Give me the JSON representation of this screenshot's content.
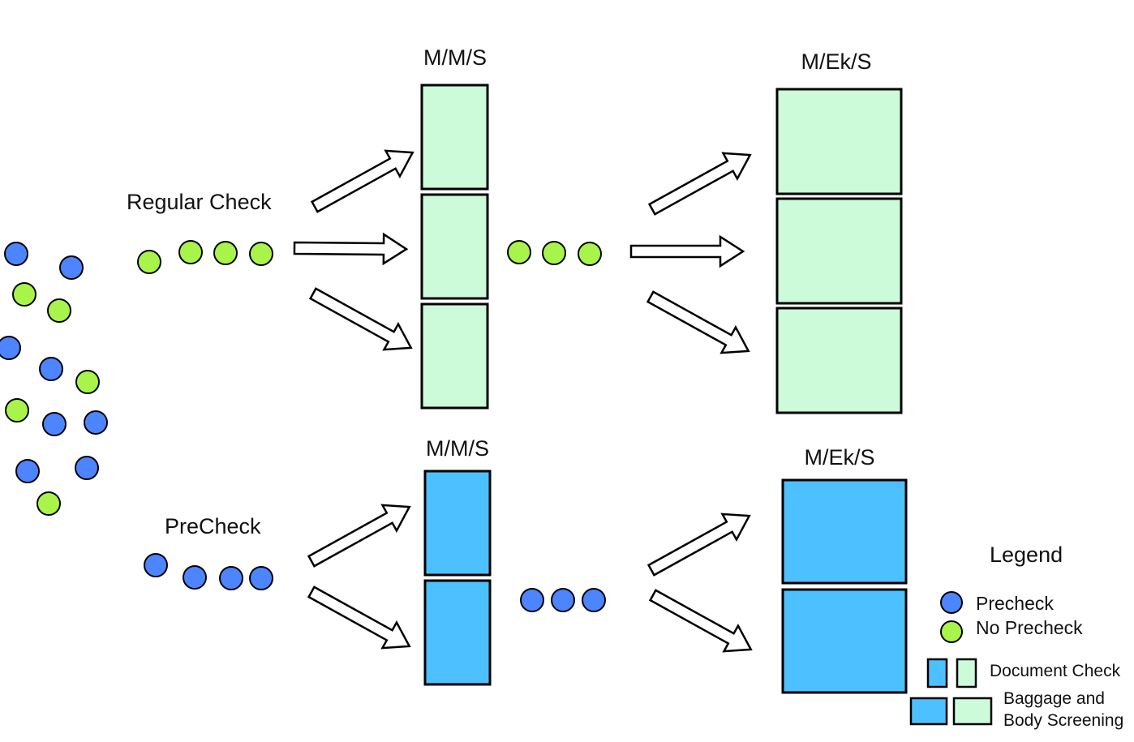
{
  "colors": {
    "precheck": "#4d84ff",
    "no_precheck": "#a9f44b",
    "regular_box": "#ccfbd9",
    "precheck_box": "#4dc0ff",
    "outline": "#000000"
  },
  "labels": {
    "regular_check": "Regular Check",
    "precheck": "PreCheck",
    "regular_doc_model": "M/M/S",
    "regular_screen_model": "M/Ek/S",
    "precheck_doc_model": "M/M/S",
    "precheck_screen_model": "M/Ek/S"
  },
  "legend": {
    "title": "Legend",
    "precheck": "Precheck",
    "no_precheck": "No Precheck",
    "document_check": "Document Check",
    "baggage_line1": "Baggage and",
    "baggage_line2": "Body Screening"
  },
  "icons": {
    "arrow": "hollow-arrow-icon",
    "passenger": "passenger-dot-icon",
    "server": "server-box-icon"
  }
}
